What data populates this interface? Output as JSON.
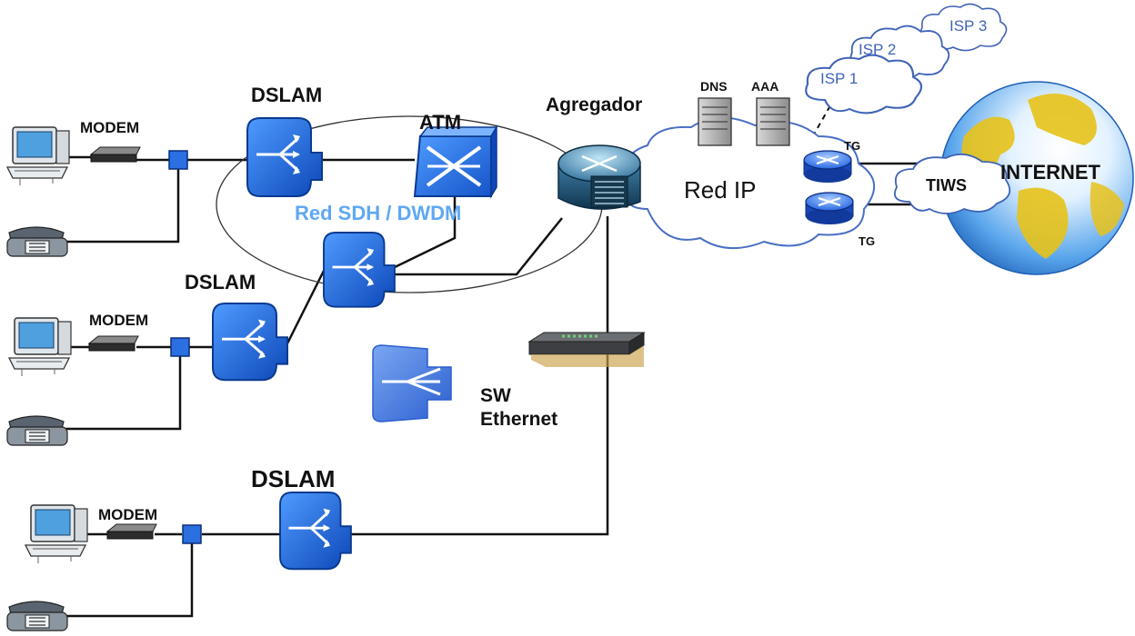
{
  "labels": {
    "dslam_1": "DSLAM",
    "dslam_2": "DSLAM",
    "dslam_3": "DSLAM",
    "modem_1": "MODEM",
    "modem_2": "MODEM",
    "modem_3": "MODEM",
    "atm": "ATM",
    "sdh_ring": "Red SDH / DWDM",
    "aggregator": "Agregador",
    "dns": "DNS",
    "aaa": "AAA",
    "red_ip": "Red IP",
    "tg_top": "TG",
    "tg_bottom": "TG",
    "tiws": "TIWS",
    "internet": "INTERNET",
    "isp1": "ISP 1",
    "isp2": "ISP 2",
    "isp3": "ISP 3",
    "sw_line1": "SW",
    "sw_line2": "Ethernet"
  },
  "colors": {
    "dslam_blue": "#1a6fe0",
    "dslam_dark": "#0b3f9c",
    "sdh_label": "#5fa8f0",
    "router_blue": "#2f7ff0",
    "line": "#111111"
  }
}
